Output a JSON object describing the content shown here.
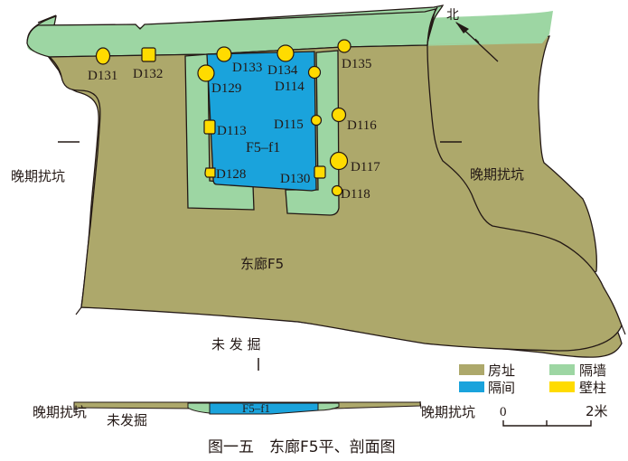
{
  "compass": {
    "north_label": "北"
  },
  "colors": {
    "house_site": "#ada86b",
    "partition_wall": "#9dd6a3",
    "compartment": "#1aa3dc",
    "wall_pillar": "#ffdb00",
    "outline": "#231815"
  },
  "plan": {
    "main_label": "东廊F5",
    "compartment_label": "F5–f1",
    "left_pit_label": "晚期扰坑",
    "right_pit_label": "晚期扰坑",
    "unexcavated_label": "未 发 掘",
    "pillars": [
      {
        "id": "D131",
        "shape": "circle"
      },
      {
        "id": "D132",
        "shape": "square"
      },
      {
        "id": "D133",
        "shape": "circle"
      },
      {
        "id": "D134",
        "shape": "circle"
      },
      {
        "id": "D135",
        "shape": "circle"
      },
      {
        "id": "D129",
        "shape": "circle"
      },
      {
        "id": "D114",
        "shape": "circle"
      },
      {
        "id": "D113",
        "shape": "square"
      },
      {
        "id": "D115",
        "shape": "circle"
      },
      {
        "id": "D116",
        "shape": "circle"
      },
      {
        "id": "D117",
        "shape": "circle"
      },
      {
        "id": "D128",
        "shape": "square"
      },
      {
        "id": "D130",
        "shape": "square"
      },
      {
        "id": "D118",
        "shape": "circle"
      }
    ]
  },
  "section": {
    "left_label": "晚期扰坑",
    "right_label": "晚期扰坑",
    "unexcavated_label": "未发掘",
    "compartment_label": "F5–f1"
  },
  "legend": {
    "items": [
      {
        "label": "房址",
        "color": "#ada86b"
      },
      {
        "label": "隔墙",
        "color": "#9dd6a3"
      },
      {
        "label": "隔间",
        "color": "#1aa3dc"
      },
      {
        "label": "壁柱",
        "color": "#ffdb00"
      }
    ]
  },
  "scale_bar": {
    "start": "0",
    "end": "2米"
  },
  "caption": "图一五　东廊F5平、剖面图"
}
